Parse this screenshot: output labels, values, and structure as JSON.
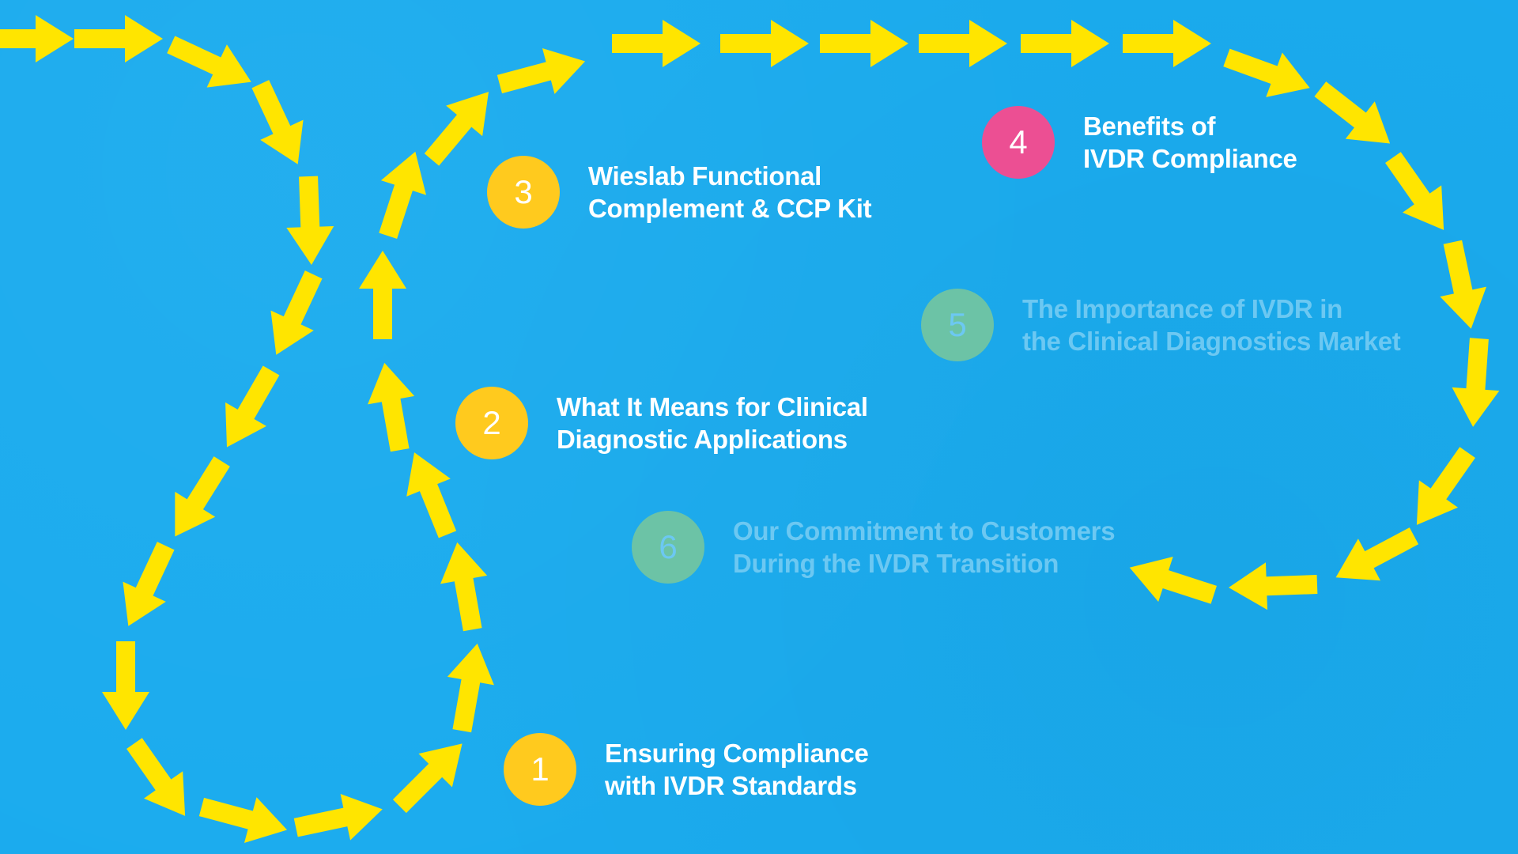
{
  "colors": {
    "background": "#1AABEE",
    "arrow": "#FFE500",
    "active_circle": "#FFCA1E",
    "highlight_circle": "#EC4F93",
    "faded_circle": "#6CC3A6",
    "text": "#FFFFFF",
    "faded_text": "#6CC8F2"
  },
  "steps": [
    {
      "number": "1",
      "lines": [
        "Ensuring Compliance",
        "with IVDR Standards"
      ],
      "state": "active"
    },
    {
      "number": "2",
      "lines": [
        "What It Means for Clinical",
        "Diagnostic Applications"
      ],
      "state": "active"
    },
    {
      "number": "3",
      "lines": [
        "Wieslab Functional",
        "Complement & CCP Kit"
      ],
      "state": "active"
    },
    {
      "number": "4",
      "lines": [
        "Benefits of",
        "IVDR Compliance"
      ],
      "state": "highlighted"
    },
    {
      "number": "5",
      "lines": [
        "The Importance of IVDR in",
        "the Clinical Diagnostics Market"
      ],
      "state": "faded"
    },
    {
      "number": "6",
      "lines": [
        "Our Commitment to Customers",
        "During the IVDR Transition"
      ],
      "state": "faded"
    }
  ],
  "path": {
    "arrow_icon": "arrow-right-icon",
    "arrow_count": 37,
    "direction": "forward"
  }
}
